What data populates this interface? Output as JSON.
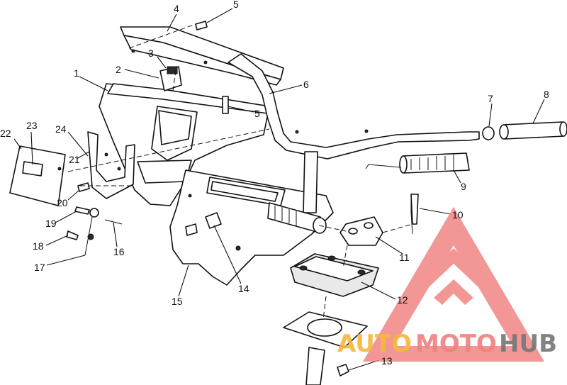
{
  "diagram": {
    "callouts": [
      {
        "id": "1",
        "label": "1"
      },
      {
        "id": "2",
        "label": "2"
      },
      {
        "id": "3",
        "label": "3"
      },
      {
        "id": "4",
        "label": "4"
      },
      {
        "id": "5a",
        "label": "5"
      },
      {
        "id": "5b",
        "label": "5"
      },
      {
        "id": "6",
        "label": "6"
      },
      {
        "id": "7",
        "label": "7"
      },
      {
        "id": "8",
        "label": "8"
      },
      {
        "id": "9",
        "label": "9"
      },
      {
        "id": "10",
        "label": "10"
      },
      {
        "id": "11",
        "label": "11"
      },
      {
        "id": "12",
        "label": "12"
      },
      {
        "id": "13",
        "label": "13"
      },
      {
        "id": "14",
        "label": "14"
      },
      {
        "id": "15",
        "label": "15"
      },
      {
        "id": "16",
        "label": "16"
      },
      {
        "id": "17",
        "label": "17"
      },
      {
        "id": "18",
        "label": "18"
      },
      {
        "id": "19",
        "label": "19"
      },
      {
        "id": "20",
        "label": "20"
      },
      {
        "id": "21",
        "label": "21"
      },
      {
        "id": "22",
        "label": "22"
      },
      {
        "id": "23",
        "label": "23"
      },
      {
        "id": "24",
        "label": "24"
      }
    ]
  },
  "watermark": {
    "part1": "AUTO",
    "part2": "MOTO",
    "part3": "HUB",
    "colors": {
      "red": "#f07f7f",
      "orange": "#f6b73c",
      "grey": "#767676"
    }
  }
}
